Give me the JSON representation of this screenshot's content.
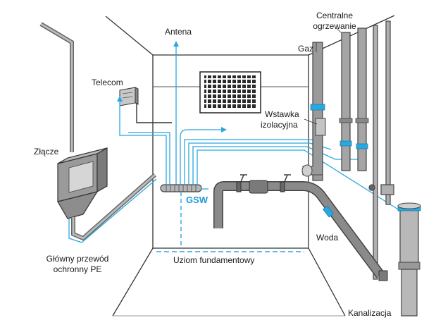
{
  "labels": {
    "antena": "Antena",
    "telecom": "Telecom",
    "zlacze": "Złącze",
    "glowny_line1": "Główny przewód",
    "glowny_line2": "ochronny PE",
    "uziom": "Uziom fundamentowy",
    "gsw": "GSW",
    "wstawka_line1": "Wstawka",
    "wstawka_line2": "izolacyjna",
    "gaz": "Gaz",
    "centralne_line1": "Centralne",
    "centralne_line2": "ogrzewanie",
    "woda": "Woda",
    "kanalizacja": "Kanalizacja"
  },
  "colors": {
    "bonding_line": "#29a8e0",
    "pipe_fill": "#8a8a8a",
    "pipe_dark": "#555555",
    "wall_line": "#333333",
    "insulation_ring": "#29a8e0"
  }
}
